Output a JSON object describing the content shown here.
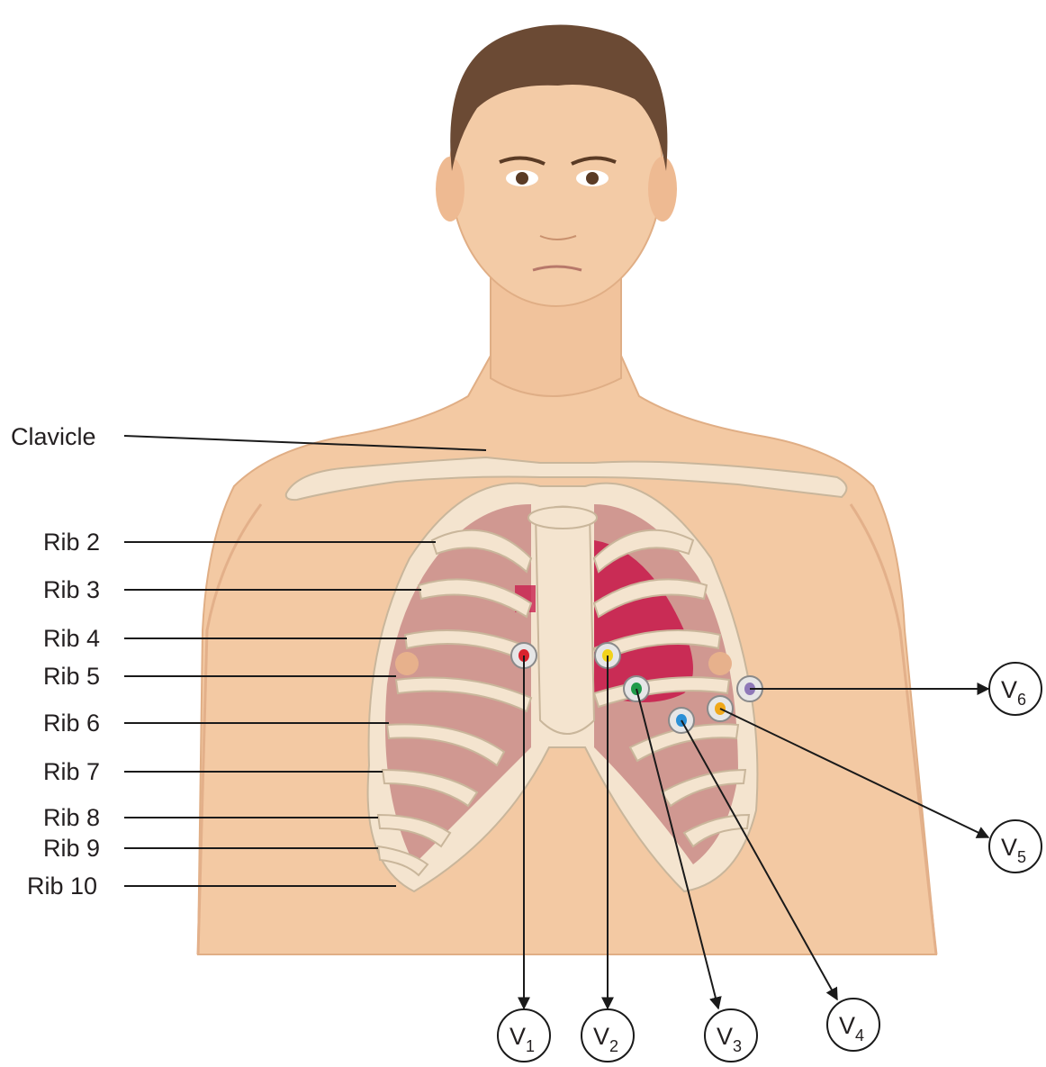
{
  "labels": {
    "clavicle": "Clavicle",
    "rib2": "Rib 2",
    "rib3": "Rib 3",
    "rib4": "Rib 4",
    "rib5": "Rib 5",
    "rib6": "Rib 6",
    "rib7": "Rib 7",
    "rib8": "Rib 8",
    "rib9": "Rib 9",
    "rib10": "Rib 10"
  },
  "leads": [
    {
      "letter": "V",
      "number": "1",
      "electrode_color": "#d9232e"
    },
    {
      "letter": "V",
      "number": "2",
      "electrode_color": "#f2d21b"
    },
    {
      "letter": "V",
      "number": "3",
      "electrode_color": "#1f9a4a"
    },
    {
      "letter": "V",
      "number": "4",
      "electrode_color": "#2a8fd6"
    },
    {
      "letter": "V",
      "number": "5",
      "electrode_color": "#f0a81a"
    },
    {
      "letter": "V",
      "number": "6",
      "electrode_color": "#8e79b8"
    }
  ],
  "colors": {
    "skin": "#f3c9a3",
    "bone": "#f4e4cf",
    "lung": "#c98b86",
    "heart": "#c8204f",
    "hair": "#6b4a34"
  }
}
